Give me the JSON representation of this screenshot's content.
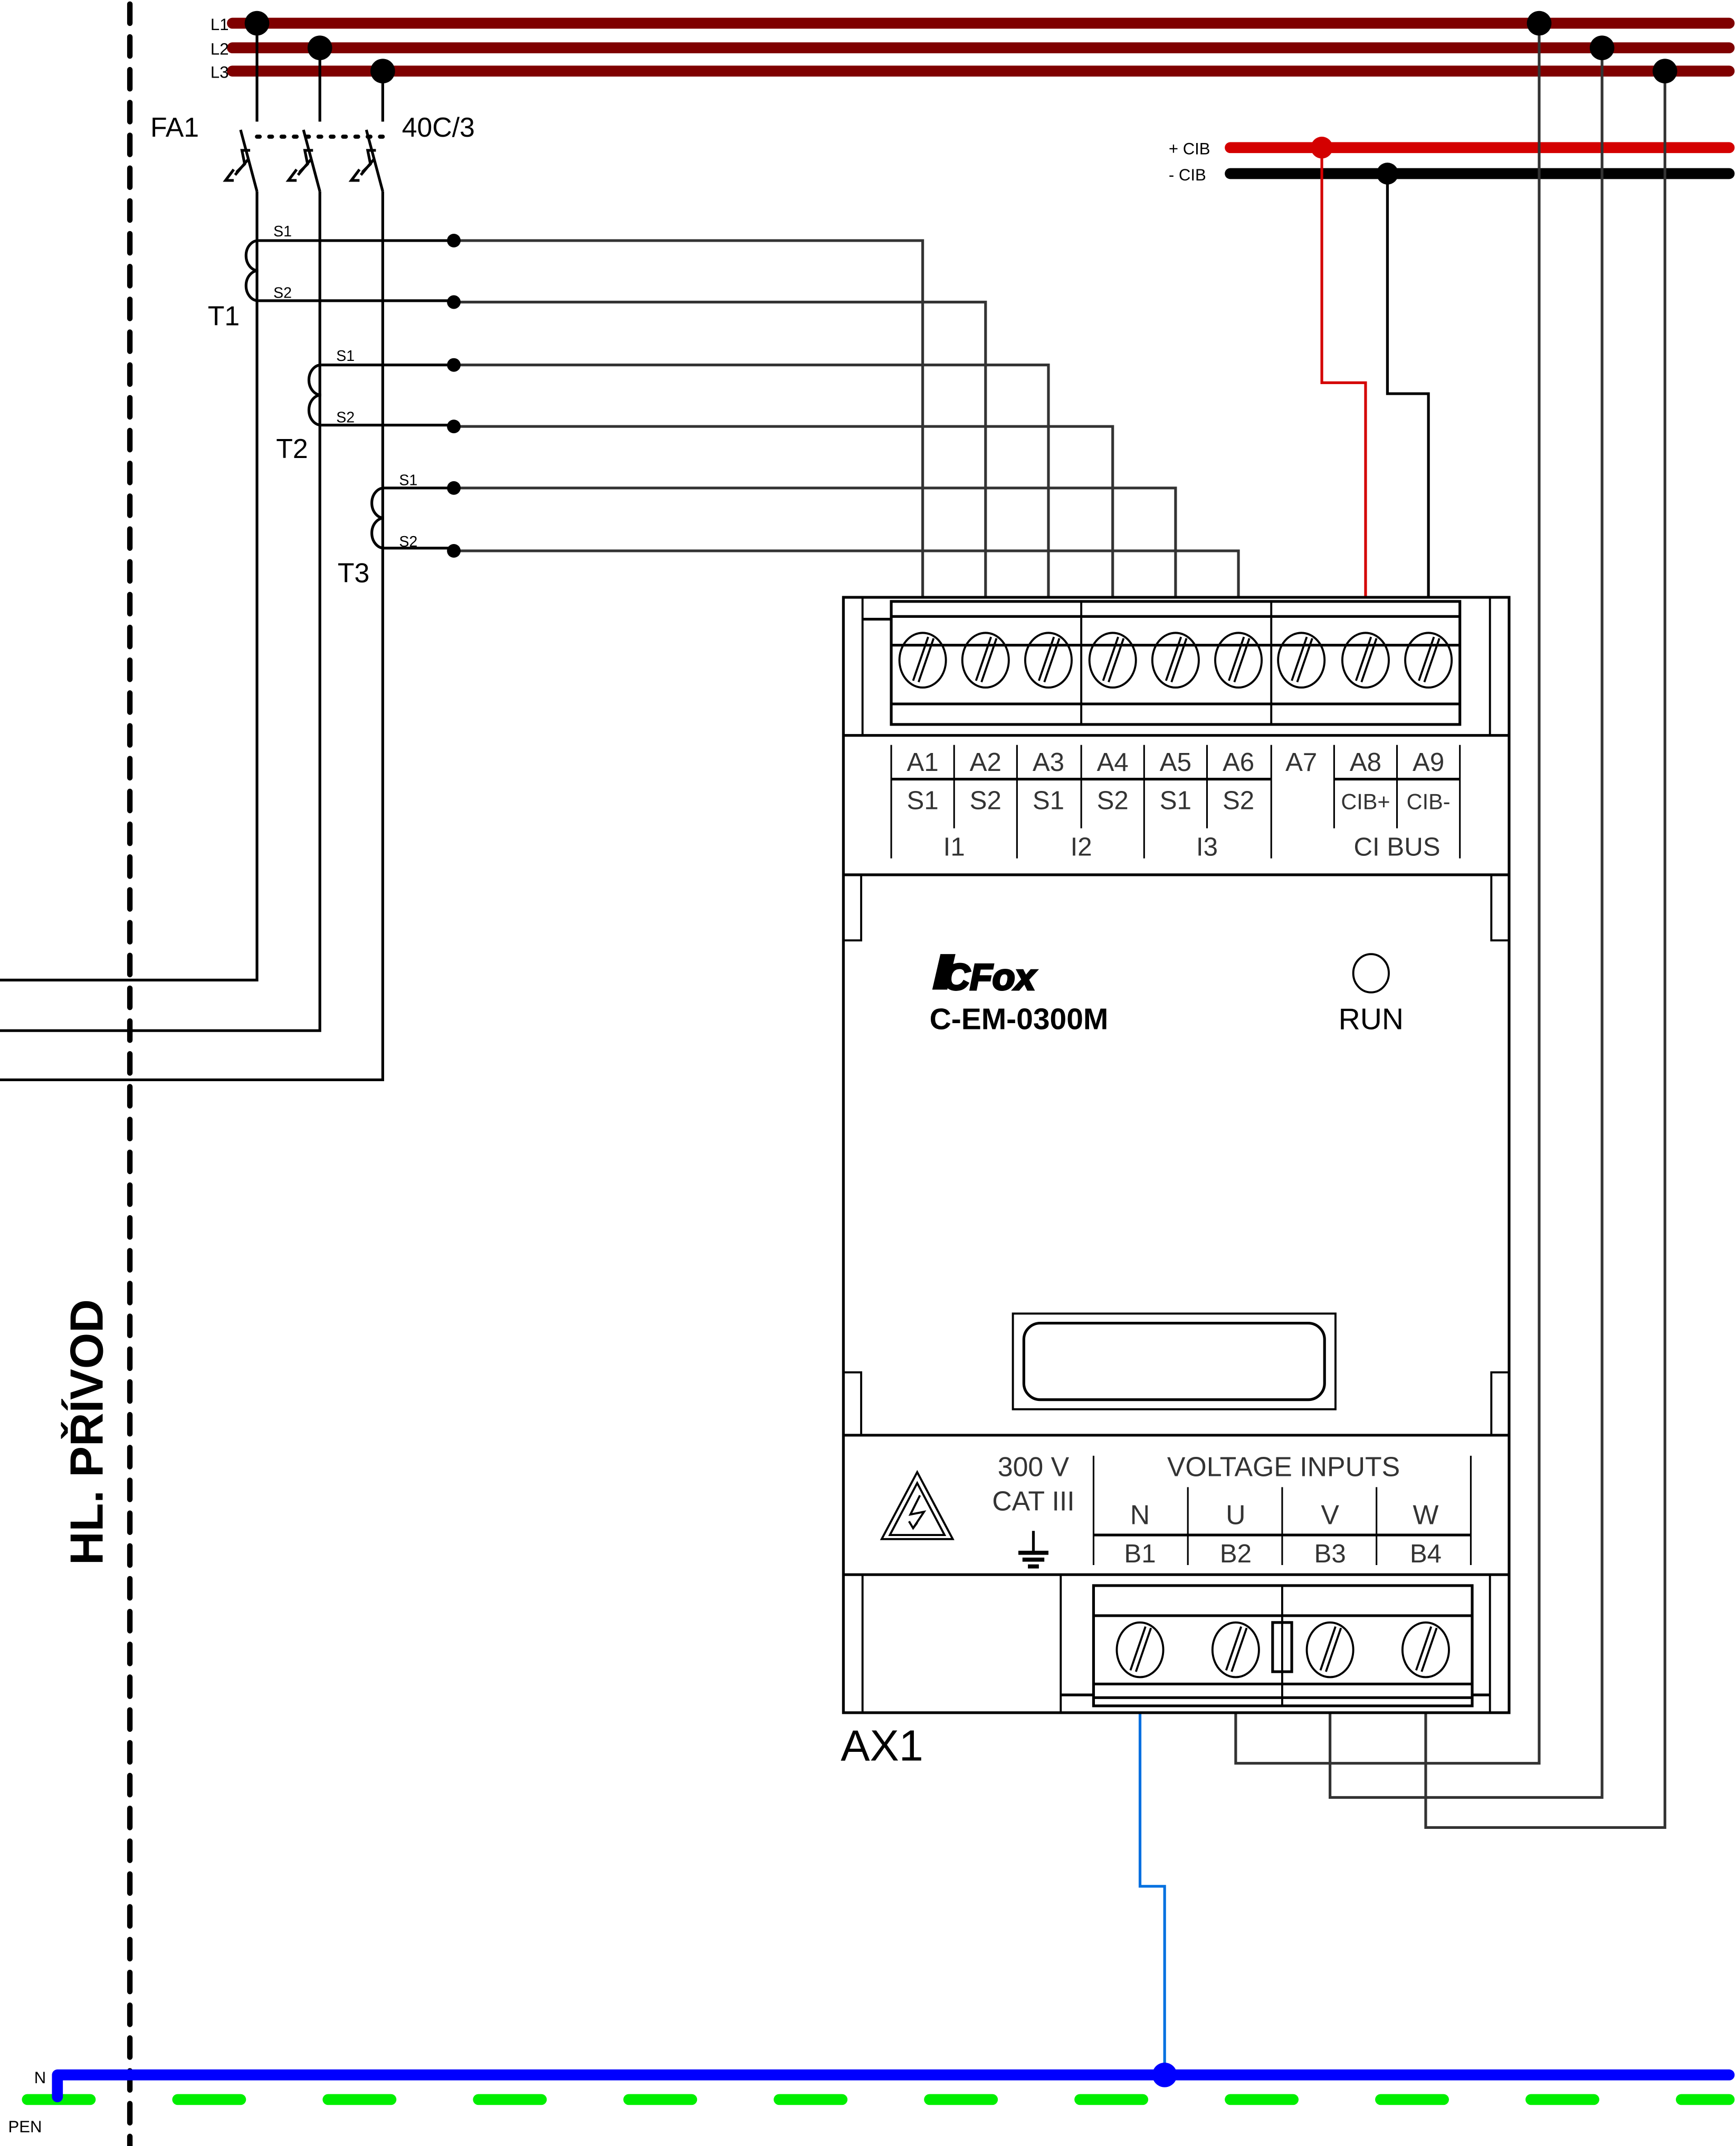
{
  "diagram": {
    "title_vertical": "HL. PŘÍVOD",
    "busbars": {
      "phases": [
        {
          "label": "L1",
          "color": "#7f0000"
        },
        {
          "label": "L2",
          "color": "#7f0000"
        },
        {
          "label": "L3",
          "color": "#7f0000"
        }
      ],
      "cib": [
        {
          "label": "+ CIB",
          "color": "#d40000"
        },
        {
          "label": "- CIB",
          "color": "#000000"
        }
      ],
      "neutral": {
        "label": "N",
        "color": "#0000ff"
      },
      "pen": {
        "label": "PEN",
        "color": "#00ee00"
      }
    },
    "breaker": {
      "designation": "FA1",
      "rating": "40C/3"
    },
    "current_transformers": [
      {
        "designation": "T1",
        "s1": "S1",
        "s2": "S2"
      },
      {
        "designation": "T2",
        "s1": "S1",
        "s2": "S2"
      },
      {
        "designation": "T3",
        "s1": "S1",
        "s2": "S2"
      }
    ],
    "device": {
      "designation": "AX1",
      "brand": "CFox",
      "model": "C-EM-0300M",
      "led_label": "RUN",
      "top_terminals": [
        {
          "id": "A1",
          "func": "S1"
        },
        {
          "id": "A2",
          "func": "S2"
        },
        {
          "id": "A3",
          "func": "S1"
        },
        {
          "id": "A4",
          "func": "S2"
        },
        {
          "id": "A5",
          "func": "S1"
        },
        {
          "id": "A6",
          "func": "S2"
        },
        {
          "id": "A7",
          "func": ""
        },
        {
          "id": "A8",
          "func": "CIB+"
        },
        {
          "id": "A9",
          "func": "CIB-"
        }
      ],
      "top_groups": [
        "I1",
        "I2",
        "I3",
        "CI BUS"
      ],
      "rating_line1": "300 V",
      "rating_line2": "CAT III",
      "voltage_title": "VOLTAGE INPUTS",
      "bottom_terminals": [
        {
          "id": "B1",
          "func": "N"
        },
        {
          "id": "B2",
          "func": "U"
        },
        {
          "id": "B3",
          "func": "V"
        },
        {
          "id": "B4",
          "func": "W"
        }
      ],
      "icons": [
        "high-voltage-warning-icon",
        "ground-icon"
      ]
    },
    "wire_color": "#333333",
    "neutral_wire_color": "#0070e0",
    "cib_plus_wire_color": "#d40000"
  }
}
